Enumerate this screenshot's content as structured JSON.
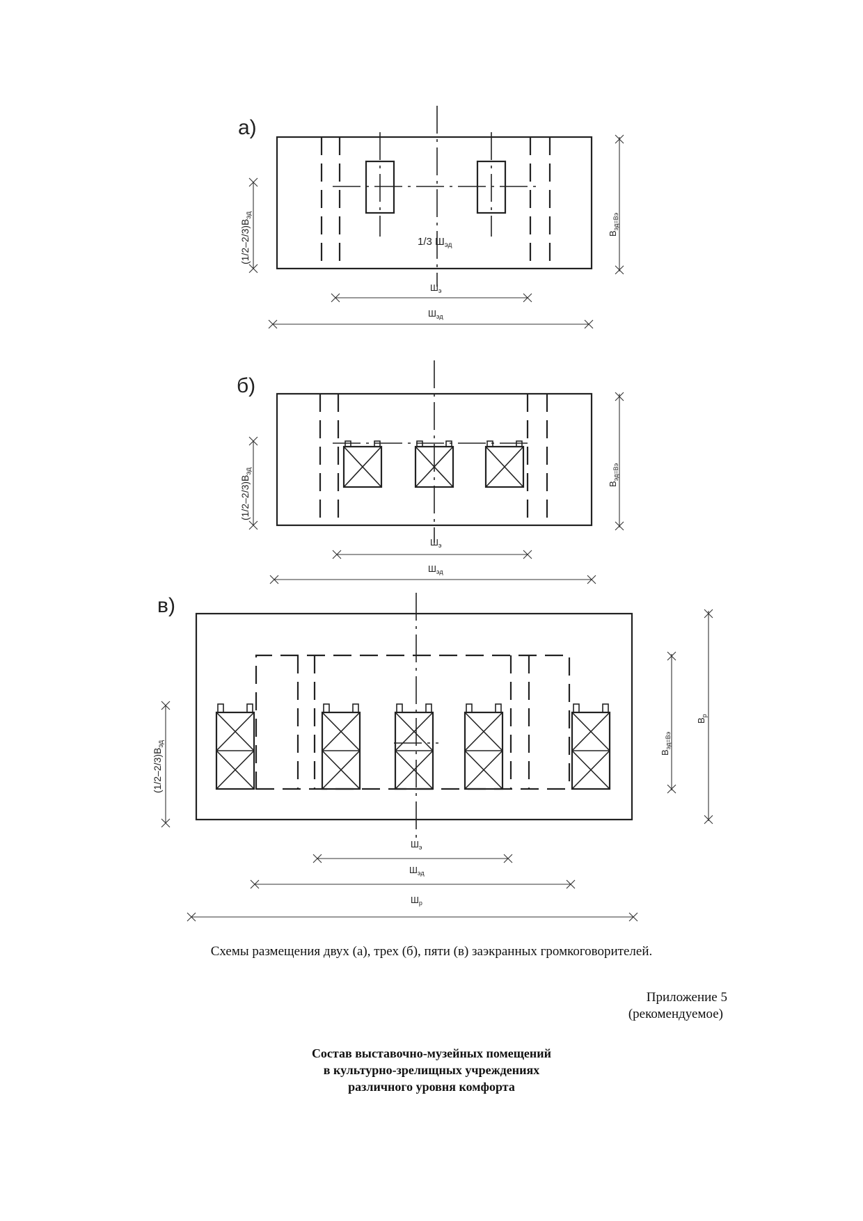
{
  "diagrams": {
    "a": {
      "label": "а)",
      "left_dimension": "(1/2–2/3)В",
      "left_dimension_sub": "эд",
      "right_dimension": "В",
      "right_dimension_sub": "эд=Вэ",
      "center_note": "1/3 Ш",
      "center_note_sub": "эд",
      "dim_screen": "Ш",
      "dim_screen_sub": "э",
      "dim_stage": "Ш",
      "dim_stage_sub": "эд"
    },
    "b": {
      "label": "б)",
      "left_dimension": "(1/2–2/3)В",
      "left_dimension_sub": "эд",
      "right_dimension": "В",
      "right_dimension_sub": "эд=Вэ",
      "dim_screen": "Ш",
      "dim_screen_sub": "э",
      "dim_stage": "Ш",
      "dim_stage_sub": "эд"
    },
    "c": {
      "label": "в)",
      "left_dimension": "(1/2–2/3)В",
      "left_dimension_sub": "эд",
      "right_dimension_inner": "В",
      "right_dimension_inner_sub": "эд=Вэ",
      "right_dimension_outer": "В",
      "right_dimension_outer_sub": "р",
      "dim_screen": "Ш",
      "dim_screen_sub": "э",
      "dim_stage": "Ш",
      "dim_stage_sub": "эд",
      "dim_portal": "Ш",
      "dim_portal_sub": "р"
    }
  },
  "caption": "Схемы размещения двух (а), трех (б), пяти (в) заэкранных громкоговорителей.",
  "annex": {
    "title": "Приложение 5",
    "status": "(рекомендуемое)"
  },
  "heading": {
    "line1": "Состав выставочно-музейных помещений",
    "line2": "в культурно-зрелищных учреждениях",
    "line3": "различного уровня комфорта"
  }
}
